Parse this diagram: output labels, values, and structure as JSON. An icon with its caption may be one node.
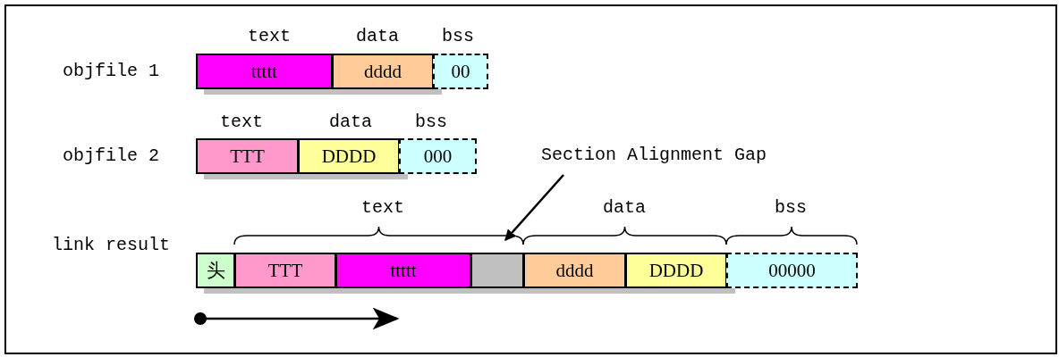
{
  "diagram": {
    "nodes": [
      {
        "text": [
          "ttttt"
        ]
      },
      {
        "text": [
          "dddd"
        ]
      },
      {
        "text": [
          "00"
        ]
      },
      {
        "text": [
          "TTT"
        ]
      },
      {
        "text": [
          "DDDD"
        ]
      },
      {
        "text": [
          "000"
        ]
      },
      {
        "text": [
          "Section Alignment Gap"
        ]
      },
      {
        "text": [
          "头"
        ]
      },
      {
        "text": [
          "TTT"
        ]
      },
      {
        "text": [
          "ttttt"
        ]
      },
      {
        "text": [],
        "shape": "box"
      },
      {
        "text": [
          "dddd"
        ]
      },
      {
        "text": [
          "DDDD"
        ]
      },
      {
        "text": [
          "00000"
        ]
      }
    ],
    "edges": [
      {
        "from": 6,
        "to": 10,
        "arrow": "to"
      }
    ],
    "labels": [
      "text",
      "data",
      "bss",
      "objfile 1",
      "text",
      "data",
      "bss",
      "objfile 2",
      "text",
      "data",
      "bss",
      "link result"
    ]
  }
}
